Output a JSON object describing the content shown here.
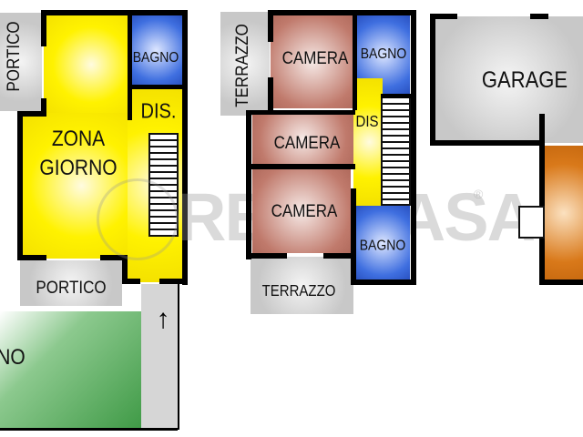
{
  "ground_floor": {
    "portico_top": "PORTICO",
    "bagno": "BAGNO",
    "dis": "DIS.",
    "zona_giorno_1": "ZONA",
    "zona_giorno_2": "GIORNO",
    "portico_bottom": "PORTICO",
    "giardino_partial": "NO"
  },
  "first_floor": {
    "terrazzo_top": "TERRAZZO",
    "camera_1": "CAMERA",
    "bagno_top": "BAGNO",
    "dis": "DIS",
    "camera_2": "CAMERA",
    "camera_3": "CAMERA",
    "bagno_bottom": "BAGNO",
    "terrazzo_bottom": "TERRAZZO"
  },
  "garage_block": {
    "garage": "GARAGE"
  },
  "watermark": {
    "text": "RETECASA",
    "mark": "®"
  },
  "icons": {
    "entrance": "arrow-up-icon"
  }
}
